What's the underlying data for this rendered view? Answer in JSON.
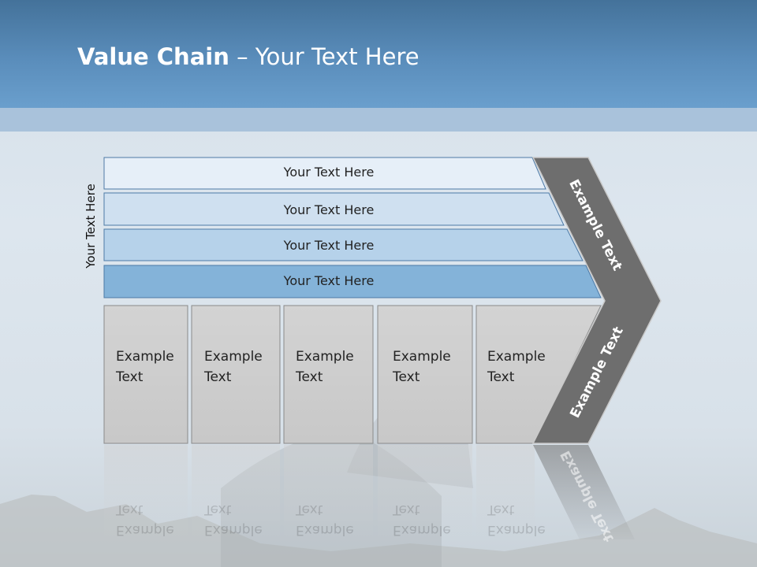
{
  "title": {
    "bold": "Value Chain",
    "rest": " – Your Text Here"
  },
  "side_label": "Your Text Here",
  "rows": [
    "Your Text Here",
    "Your Text Here",
    "Your Text Here",
    "Your Text Here"
  ],
  "boxes": [
    {
      "line1": "Example",
      "line2": "Text"
    },
    {
      "line1": "Example",
      "line2": "Text"
    },
    {
      "line1": "Example",
      "line2": "Text"
    },
    {
      "line1": "Example",
      "line2": "Text"
    },
    {
      "line1": "Example",
      "line2": "Text"
    }
  ],
  "chevron": {
    "upper": "Example Text",
    "lower": "Example Text"
  },
  "colors": {
    "header": "#5a8dbb",
    "row1": "#e6eff8",
    "row2": "#cfe0f0",
    "row3": "#b6d2ea",
    "row4": "#84b3d9",
    "box": "#d0d0d0",
    "chevron": "#6e6e6e"
  }
}
